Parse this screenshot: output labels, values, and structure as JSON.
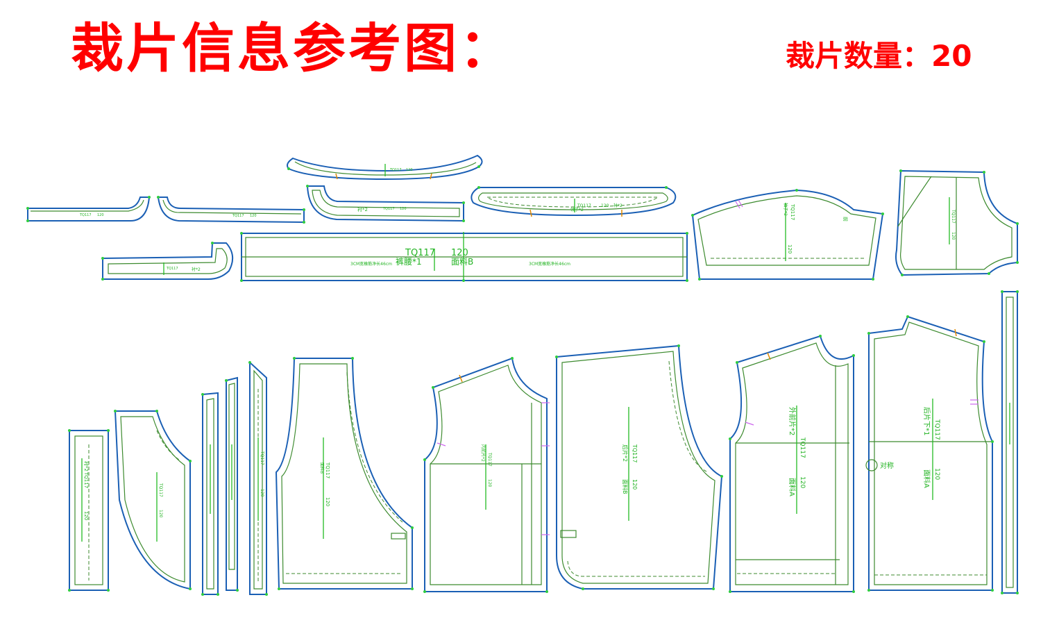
{
  "title": "裁片信息参考图：",
  "piece_count_label": "裁片数量：",
  "piece_count": "20",
  "labels": {
    "tq": "TQ117",
    "size": "120",
    "waist": "裤腰*1",
    "fabric_b": "面料B",
    "fabric_a": "面料A",
    "waist_note": "3CM宽橡筋净长46cm",
    "collar": "领子*2",
    "lining2": "衬*2",
    "front": "前",
    "sym": "对称",
    "back2": "后片*2",
    "front2": "前片*2",
    "outer_front2": "外前片*2",
    "inner_front2": "内前片*2",
    "back_lower": "后片下*1",
    "sleeve2": "袖子*2"
  },
  "colors": {
    "title": "#ff0000",
    "outline": "#1a5fb4",
    "seam": "#3c8a2e",
    "label": "#22b322"
  }
}
